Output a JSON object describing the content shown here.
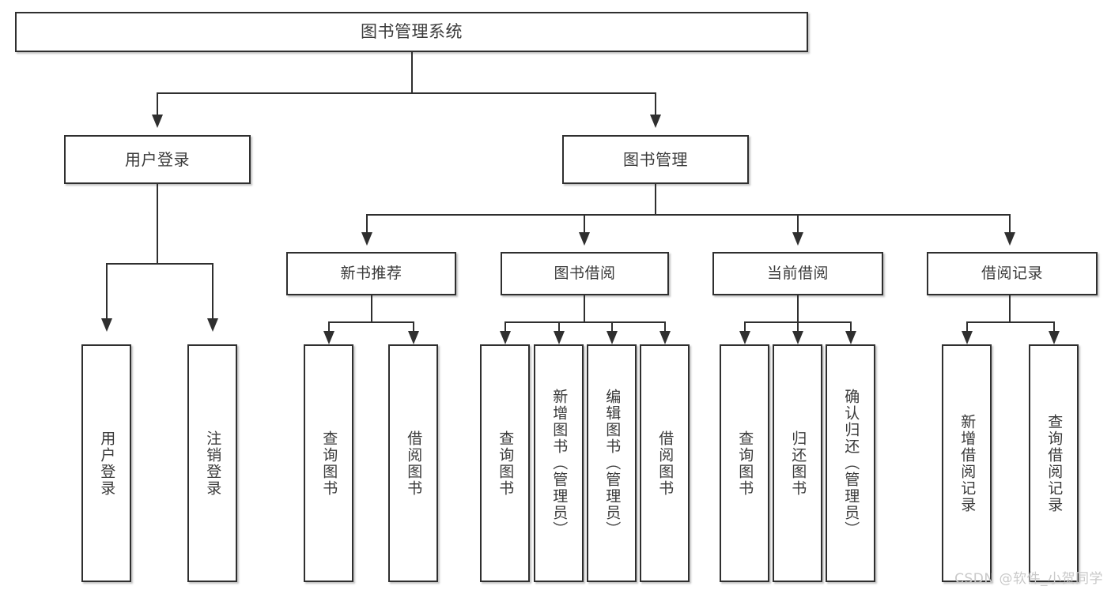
{
  "diagram": {
    "kind": "tree-hierarchy",
    "root": {
      "label": "图书管理系统"
    },
    "level2": [
      {
        "label": "用户登录"
      },
      {
        "label": "图书管理"
      }
    ],
    "level3": [
      {
        "label": "新书推荐"
      },
      {
        "label": "图书借阅"
      },
      {
        "label": "当前借阅"
      },
      {
        "label": "借阅记录"
      }
    ],
    "leaves": [
      {
        "label": "用户登录",
        "parent": "用户登录"
      },
      {
        "label": "注销登录",
        "parent": "用户登录"
      },
      {
        "label": "查询图书",
        "parent": "新书推荐"
      },
      {
        "label": "借阅图书",
        "parent": "新书推荐"
      },
      {
        "label": "查询图书",
        "parent": "图书借阅"
      },
      {
        "label": "新增图书（管理员）",
        "parent": "图书借阅"
      },
      {
        "label": "编辑图书（管理员）",
        "parent": "图书借阅"
      },
      {
        "label": "借阅图书",
        "parent": "图书借阅"
      },
      {
        "label": "查询图书",
        "parent": "当前借阅"
      },
      {
        "label": "归还图书",
        "parent": "当前借阅"
      },
      {
        "label": "确认归还（管理员）",
        "parent": "当前借阅"
      },
      {
        "label": "新增借阅记录",
        "parent": "借阅记录"
      },
      {
        "label": "查询借阅记录",
        "parent": "借阅记录"
      }
    ]
  },
  "watermark": {
    "text": "CSDN @软件_小贺同学"
  },
  "colors": {
    "border": "#2f2f2f",
    "fill": "#ffffff",
    "text": "#3a3a3a",
    "watermark": "#c9c9c9"
  }
}
